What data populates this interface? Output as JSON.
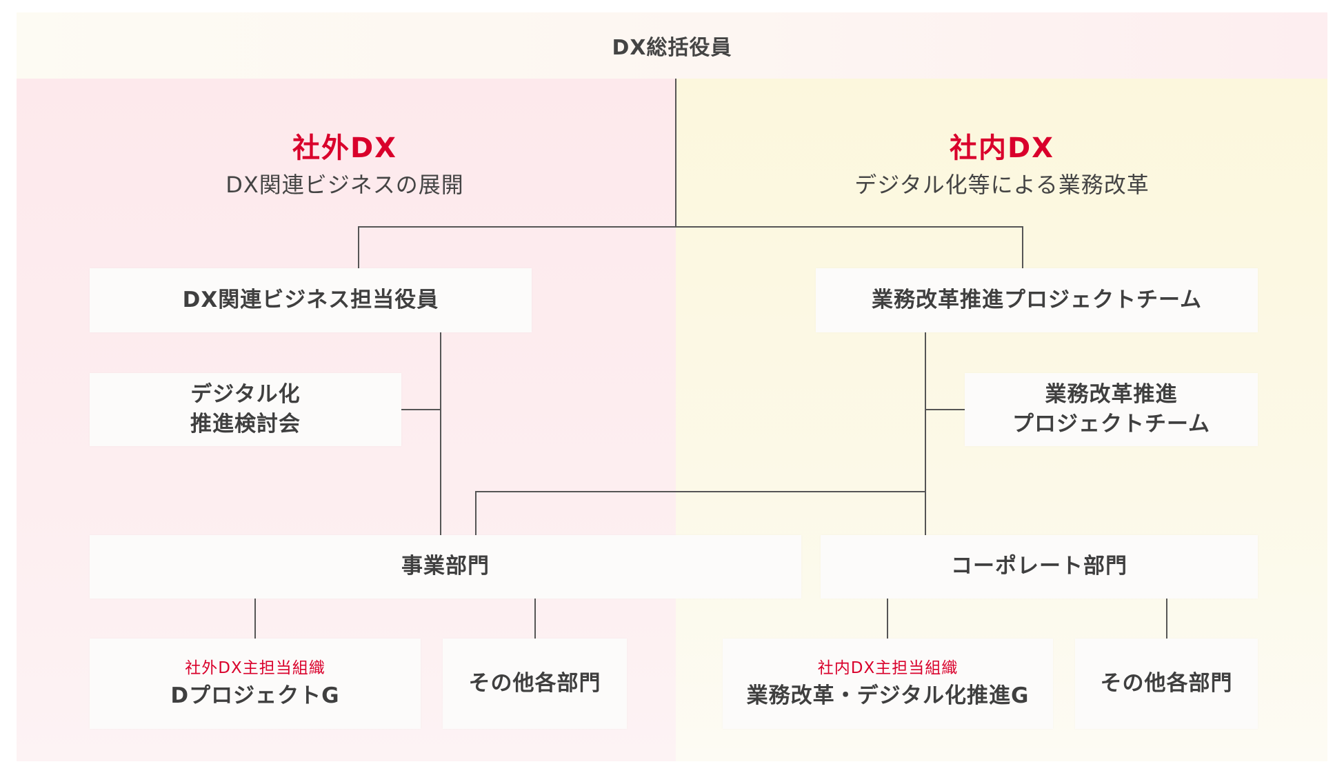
{
  "top": {
    "label": "DX総括役員"
  },
  "left": {
    "title": "社外DX",
    "subtitle": "DX関連ビジネスの展開",
    "exec_box": "DX関連ビジネス担当役員",
    "committee_line1": "デジタル化",
    "committee_line2": "推進検討会",
    "dept_box": "事業部門",
    "unit_tag": "社外DX主担当組織",
    "unit_name": "DプロジェクトG",
    "other_box": "その他各部門"
  },
  "right": {
    "title": "社内DX",
    "subtitle": "デジタル化等による業務改革",
    "team_box": "業務改革推進プロジェクトチーム",
    "team2_line1": "業務改革推進",
    "team2_line2": "プロジェクトチーム",
    "dept_box": "コーポレート部門",
    "unit_tag": "社内DX主担当組織",
    "unit_name": "業務改革・デジタル化推進G",
    "other_box": "その他各部門"
  },
  "colors": {
    "accent_red": "#d9002b",
    "left_panel": "#fdeef0",
    "right_panel": "#fcf8e2",
    "line": "#555555"
  }
}
